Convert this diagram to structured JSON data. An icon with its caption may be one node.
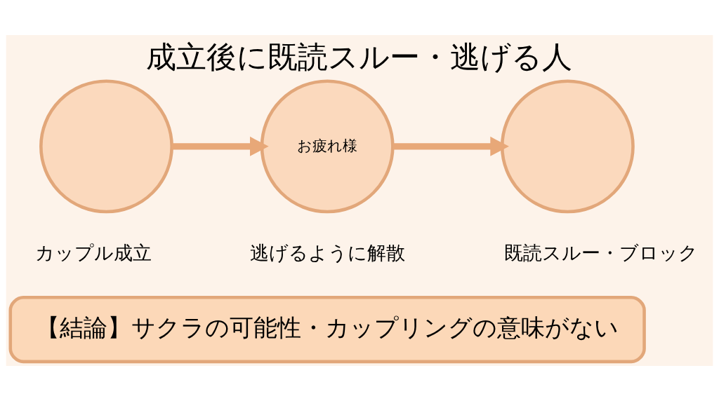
{
  "diagram": {
    "title": "成立後に既読スルー・逃げる人",
    "nodes": [
      {
        "text": [],
        "shape": "circle",
        "beside": [
          "カップル成立"
        ]
      },
      {
        "text": [
          "お疲れ様"
        ],
        "beside": [
          "逃げるように解散"
        ]
      },
      {
        "text": [],
        "shape": "circle",
        "beside": [
          "既読スルー・ブロック"
        ]
      },
      {
        "text": [
          "【結論】サクラの可能性・カップリングの意味がない"
        ]
      }
    ],
    "edges": [
      {
        "from": 0,
        "to": 1,
        "arrow": "to"
      },
      {
        "from": 1,
        "to": 2,
        "arrow": "to"
      }
    ]
  }
}
